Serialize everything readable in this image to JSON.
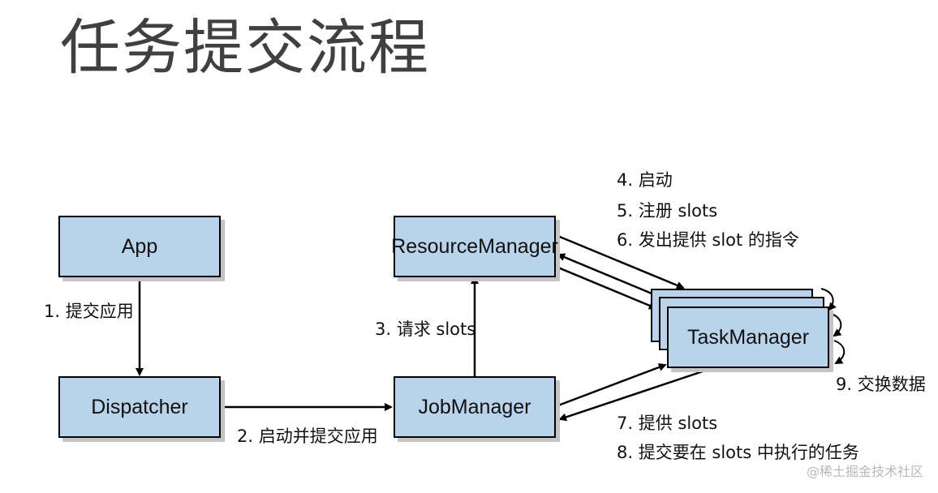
{
  "title": "任务提交流程",
  "nodes": {
    "app": "App",
    "dispatcher": "Dispatcher",
    "job_manager": "JobManager",
    "resource_manager": "ResourceManager",
    "task_manager": "TaskManager"
  },
  "steps": {
    "s1": "1. 提交应用",
    "s2": "2. 启动并提交应用",
    "s3": "3. 请求 slots",
    "s4": "4. 启动",
    "s5": "5. 注册 slots",
    "s6": "6. 发出提供 slot 的指令",
    "s7": "7. 提供 slots",
    "s8": "8. 提交要在 slots 中执行的任务",
    "s9": "9. 交换数据"
  },
  "watermark": "@稀土掘金技术社区",
  "colors": {
    "box_fill": "#b9d3ea",
    "box_border": "#000000",
    "shadow": "#c4c4c4",
    "title": "#404040"
  }
}
